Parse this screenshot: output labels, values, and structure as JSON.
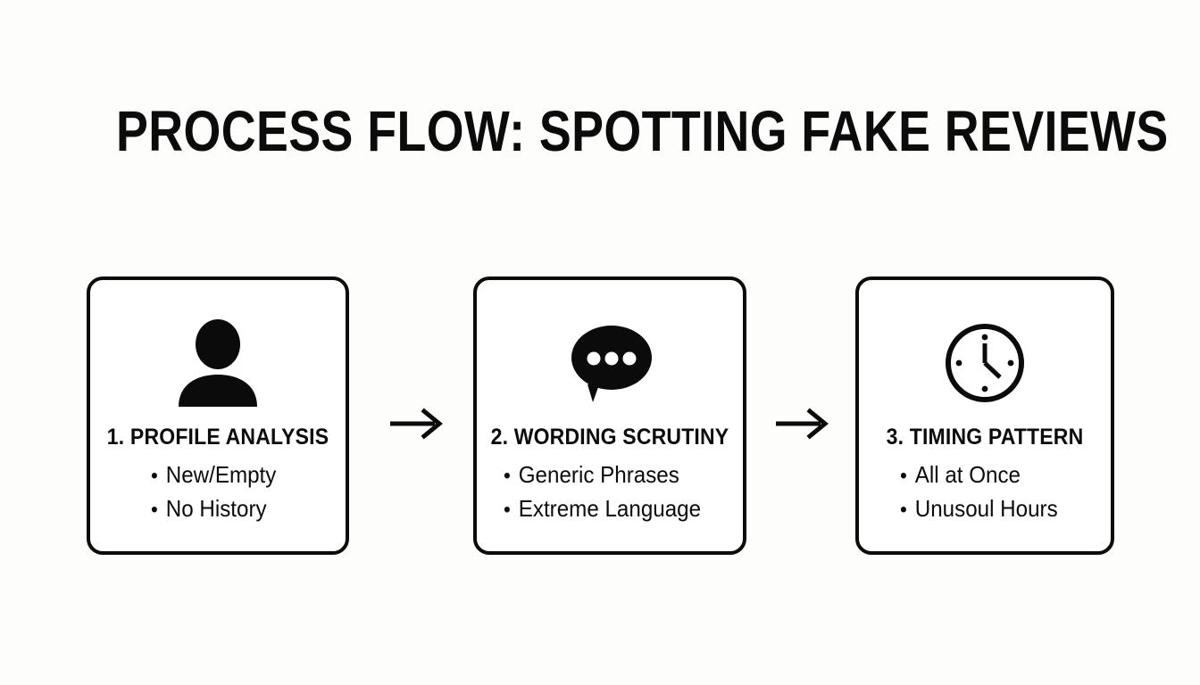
{
  "page": {
    "title": "PROCESS FLOW: SPOTTING FAKE REVIEWS",
    "background_color": "#fdfdfc",
    "ink_color": "#0b0b0b"
  },
  "diagram": {
    "type": "process-flow",
    "orientation": "horizontal",
    "connector": "arrow-right",
    "steps": [
      {
        "number": "1.",
        "heading": "1. PROFILE ANALYSIS",
        "icon": "person-icon",
        "bullets": [
          "New/Empty",
          "No History"
        ],
        "bullet_marker": "•"
      },
      {
        "number": "2.",
        "heading": "2. WORDING SCRUTINY",
        "icon": "speech-bubble-icon",
        "bullets": [
          "Generic Phrases",
          "Extreme Language"
        ],
        "bullet_marker": "•"
      },
      {
        "number": "3.",
        "heading": "3. TIMING PATTERN",
        "icon": "clock-icon",
        "bullets": [
          "All at Once",
          "Unusoul Hours"
        ],
        "bullet_marker": "•"
      }
    ],
    "arrows": [
      {
        "label": "→",
        "from": "1. PROFILE ANALYSIS",
        "to": "2. WORDING SCRUTINY"
      },
      {
        "label": "→",
        "from": "2. WORDING SCRUTINY",
        "to": "3. TIMING PATTERN"
      }
    ]
  }
}
